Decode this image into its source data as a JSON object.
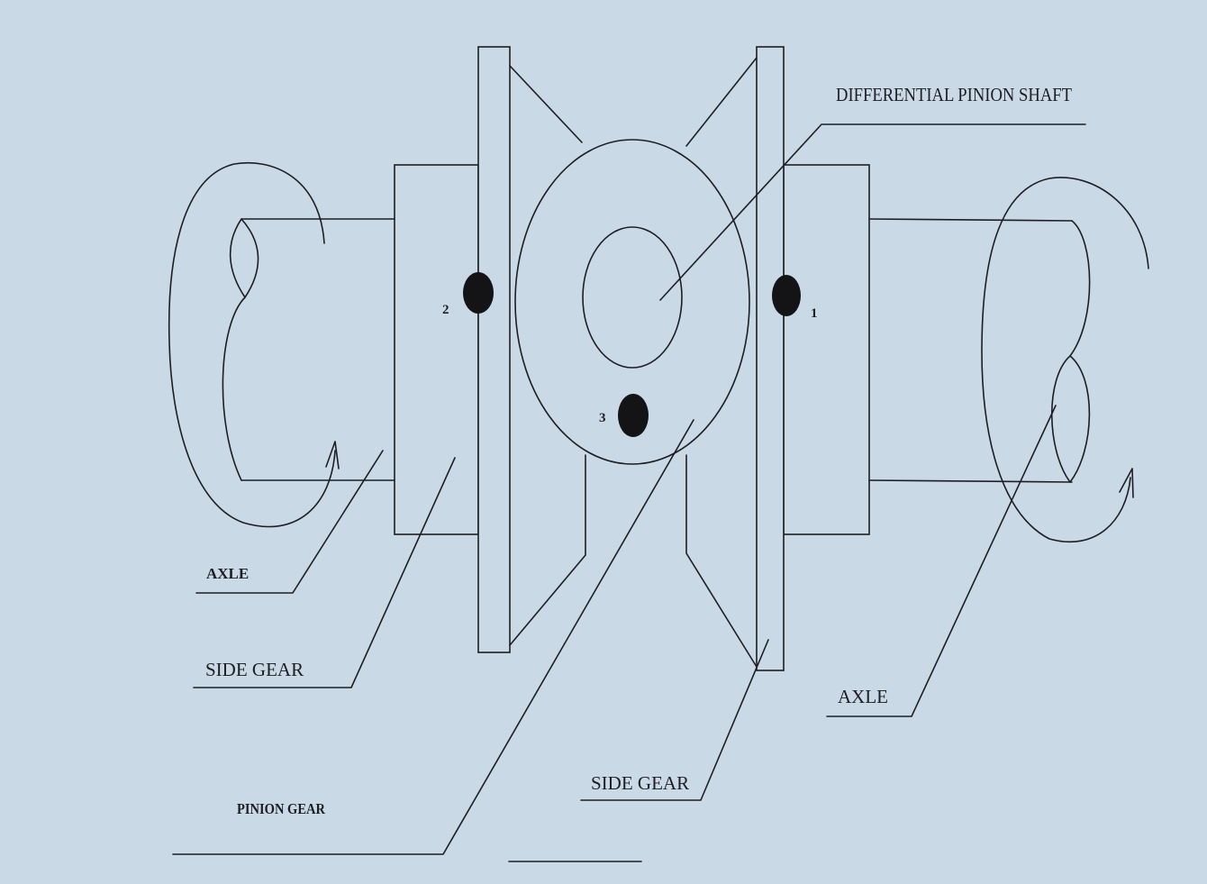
{
  "labels": {
    "differential_pinion_shaft": "DIFFERENTIAL PINION SHAFT",
    "axle_left": "AXLE",
    "side_gear_left": "SIDE GEAR",
    "pinion_gear": "PINION GEAR",
    "side_gear_right": "SIDE GEAR",
    "axle_right": "AXLE"
  },
  "points": {
    "p1": "1",
    "p2": "2",
    "p3": "3"
  }
}
